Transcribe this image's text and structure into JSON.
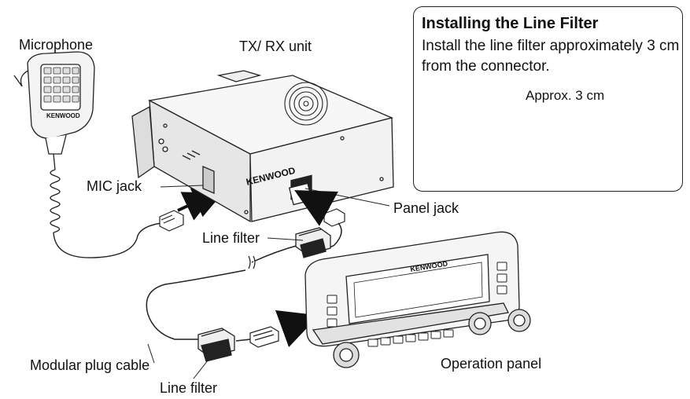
{
  "labels": {
    "microphone": "Microphone",
    "txrx_unit": "TX/ RX unit",
    "mic_jack": "MIC jack",
    "panel_jack": "Panel jack",
    "line_filter_top": "Line filter",
    "modular_plug_cable": "Modular plug cable",
    "line_filter_bottom": "Line filter",
    "operation_panel": "Operation panel"
  },
  "brand": {
    "microphone": "KENWOOD",
    "txrx_unit": "KENWOOD",
    "operation_panel": "KENWOOD"
  },
  "inset": {
    "title": "Installing the Line Filter",
    "body": "Install the line filter approximately 3 cm from the connector.",
    "approx": "Approx. 3 cm"
  }
}
